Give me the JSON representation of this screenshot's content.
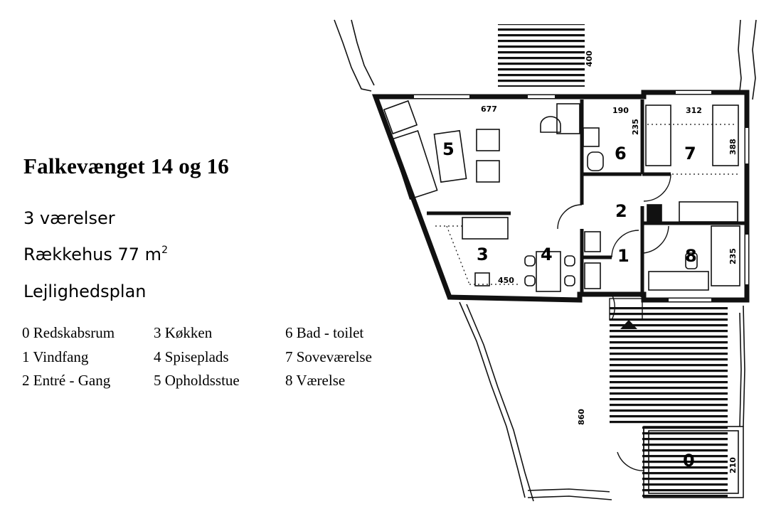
{
  "heading": {
    "title": "Falkevænget 14 og 16",
    "rooms": "3 værelser",
    "type_area": "Rækkehus 77 m",
    "area_exponent": "2",
    "plan_label": "Lejlighedsplan"
  },
  "legend": [
    "0 Redskabsrum",
    "3 Køkken",
    "6 Bad - toilet",
    "1 Vindfang",
    "4 Spiseplads",
    "7 Soveværelse",
    "2 Entré - Gang",
    "5 Opholdsstue",
    "8 Værelse"
  ],
  "plan": {
    "room_numbers": [
      "0",
      "1",
      "2",
      "3",
      "4",
      "5",
      "6",
      "7",
      "8"
    ],
    "dimensions": [
      "400",
      "677",
      "190",
      "312",
      "235",
      "388",
      "235",
      "450",
      "860",
      "210"
    ]
  }
}
